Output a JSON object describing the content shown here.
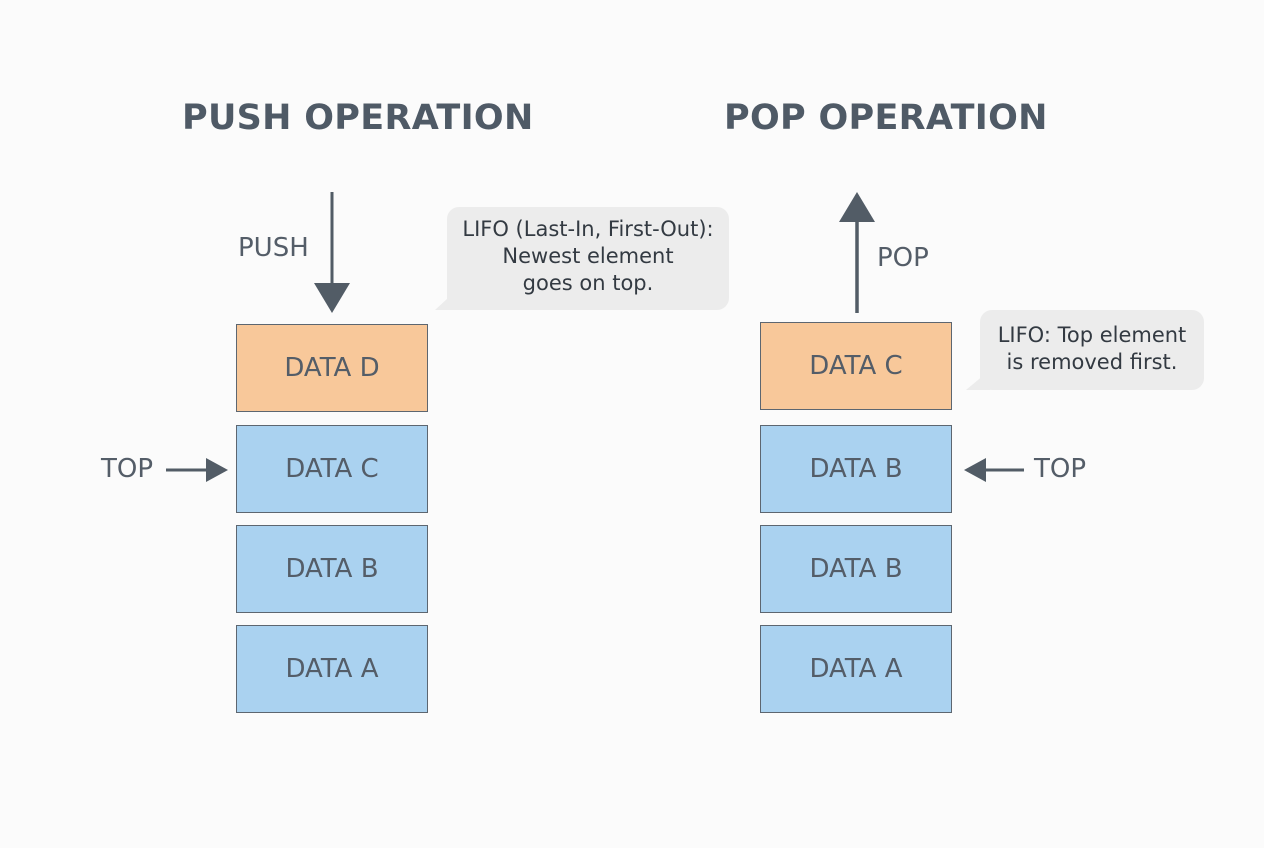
{
  "push": {
    "title": "PUSH OPERATION",
    "arrow_label": "PUSH",
    "top_label": "TOP",
    "bubble": "LIFO (Last-In, First-Out):\nNewest element\ngoes on top.",
    "blocks": [
      "DATA D",
      "DATA C",
      "DATA B",
      "DATA A"
    ]
  },
  "pop": {
    "title": "POP OPERATION",
    "arrow_label": "POP",
    "top_label": "TOP",
    "bubble": "LIFO: Top element\nis removed first.",
    "blocks": [
      "DATA C",
      "DATA B",
      "DATA B",
      "DATA A"
    ]
  },
  "colors": {
    "highlight_block": "#f8c89a",
    "stack_block": "#aad2f0",
    "arrow": "#525c66",
    "bubble": "#ececec"
  }
}
